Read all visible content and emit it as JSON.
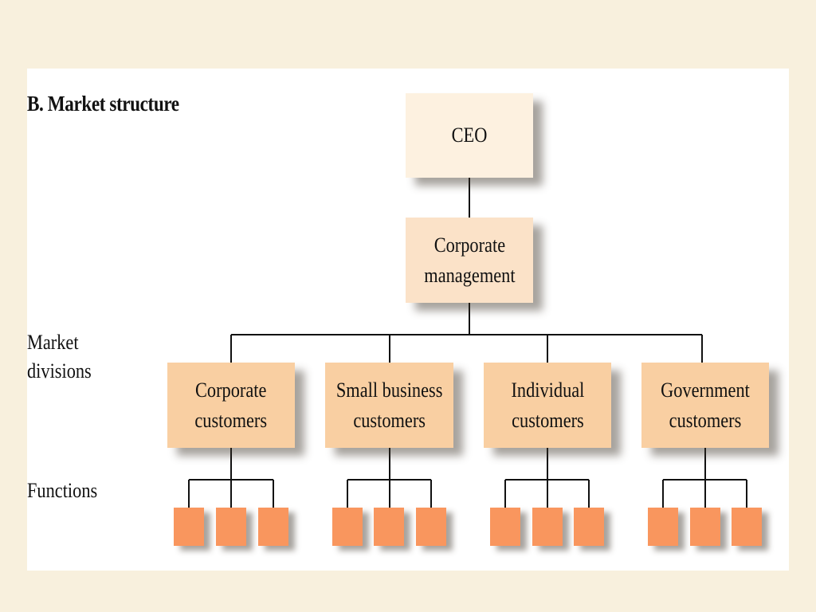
{
  "title": "B. Market structure",
  "labels": {
    "market_divisions": "Market\ndivisions",
    "functions": "Functions"
  },
  "nodes": {
    "ceo": "CEO",
    "corporate_management": "Corporate\nmanagement"
  },
  "divisions": [
    {
      "label": "Corporate\ncustomers",
      "functions": 3
    },
    {
      "label": "Small business\ncustomers",
      "functions": 3
    },
    {
      "label": "Individual\ncustomers",
      "functions": 3
    },
    {
      "label": "Government\ncustomers",
      "functions": 3
    }
  ],
  "colors": {
    "background": "#f8f0dd",
    "ceo_box": "#fdf1e0",
    "management_box": "#fbe2c8",
    "division_box": "#f9cfa2",
    "function_box": "#f9965e"
  }
}
